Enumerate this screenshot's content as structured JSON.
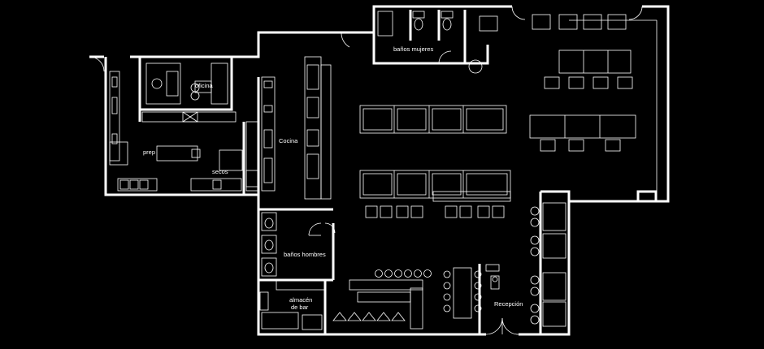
{
  "rooms": {
    "oficina": "oficina",
    "banos_mujeres": "baños mujeres",
    "prep": "prep",
    "secos": "secos",
    "cocina": "Cocina",
    "banos_hombres": "baños hombres",
    "almacen_line1": "almacén",
    "almacen_line2": "de bar",
    "recepcion": "Recepción"
  },
  "colors": {
    "background": "#000000",
    "lines": "#ffffff"
  }
}
